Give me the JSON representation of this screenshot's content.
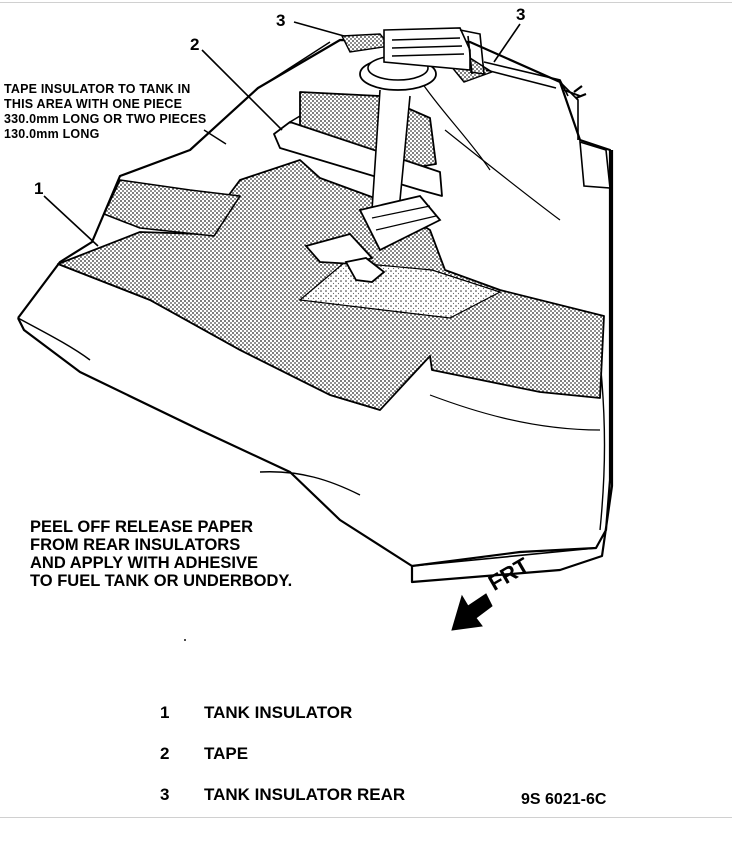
{
  "callouts": {
    "c3_left": "3",
    "c3_right": "3",
    "c2": "2",
    "c1": "1"
  },
  "notes": {
    "tape": "TAPE INSULATOR TO TANK IN\nTHIS AREA WITH ONE PIECE\n330.0mm LONG OR TWO PIECES\n130.0mm LONG",
    "peel": "PEEL OFF RELEASE PAPER\nFROM REAR INSULATORS\nAND APPLY WITH ADHESIVE\nTO FUEL TANK OR UNDERBODY."
  },
  "direction": {
    "label": "FRT",
    "icon": "arrow-down-left-icon"
  },
  "legend": [
    {
      "num": "1",
      "text": "TANK INSULATOR"
    },
    {
      "num": "2",
      "text": "TAPE"
    },
    {
      "num": "3",
      "text": "TANK INSULATOR REAR"
    }
  ],
  "figure_code": "9S 6021-6C"
}
